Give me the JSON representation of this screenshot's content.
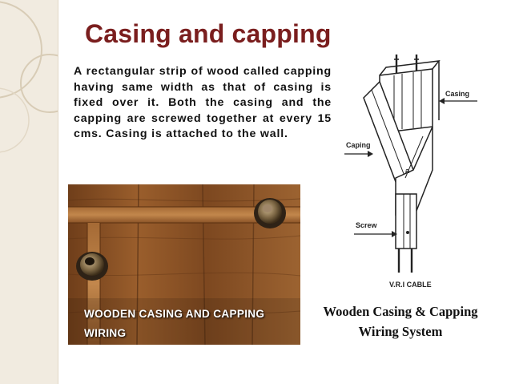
{
  "slide": {
    "title": "Casing and capping",
    "body": "A rectangular strip of wood called capping having same width as that of casing is fixed over it. Both the casing and the capping are screwed together at every 15 cms. Casing is attached to the wall."
  },
  "photo": {
    "caption_line1": "WOODEN CASING AND CAPPING",
    "caption_line2": "WIRING"
  },
  "diagram": {
    "labels": {
      "casing": "Casing",
      "caping": "Caping",
      "screw": "Screw",
      "cable": "V.R.I CABLE",
      "screw_mark": "a"
    },
    "caption_line1": "Wooden Casing & Capping",
    "caption_line2": "Wiring System"
  },
  "colors": {
    "title": "#7a1e1e",
    "sidebar": "#f1ebe0",
    "wood": "#8a5326"
  }
}
